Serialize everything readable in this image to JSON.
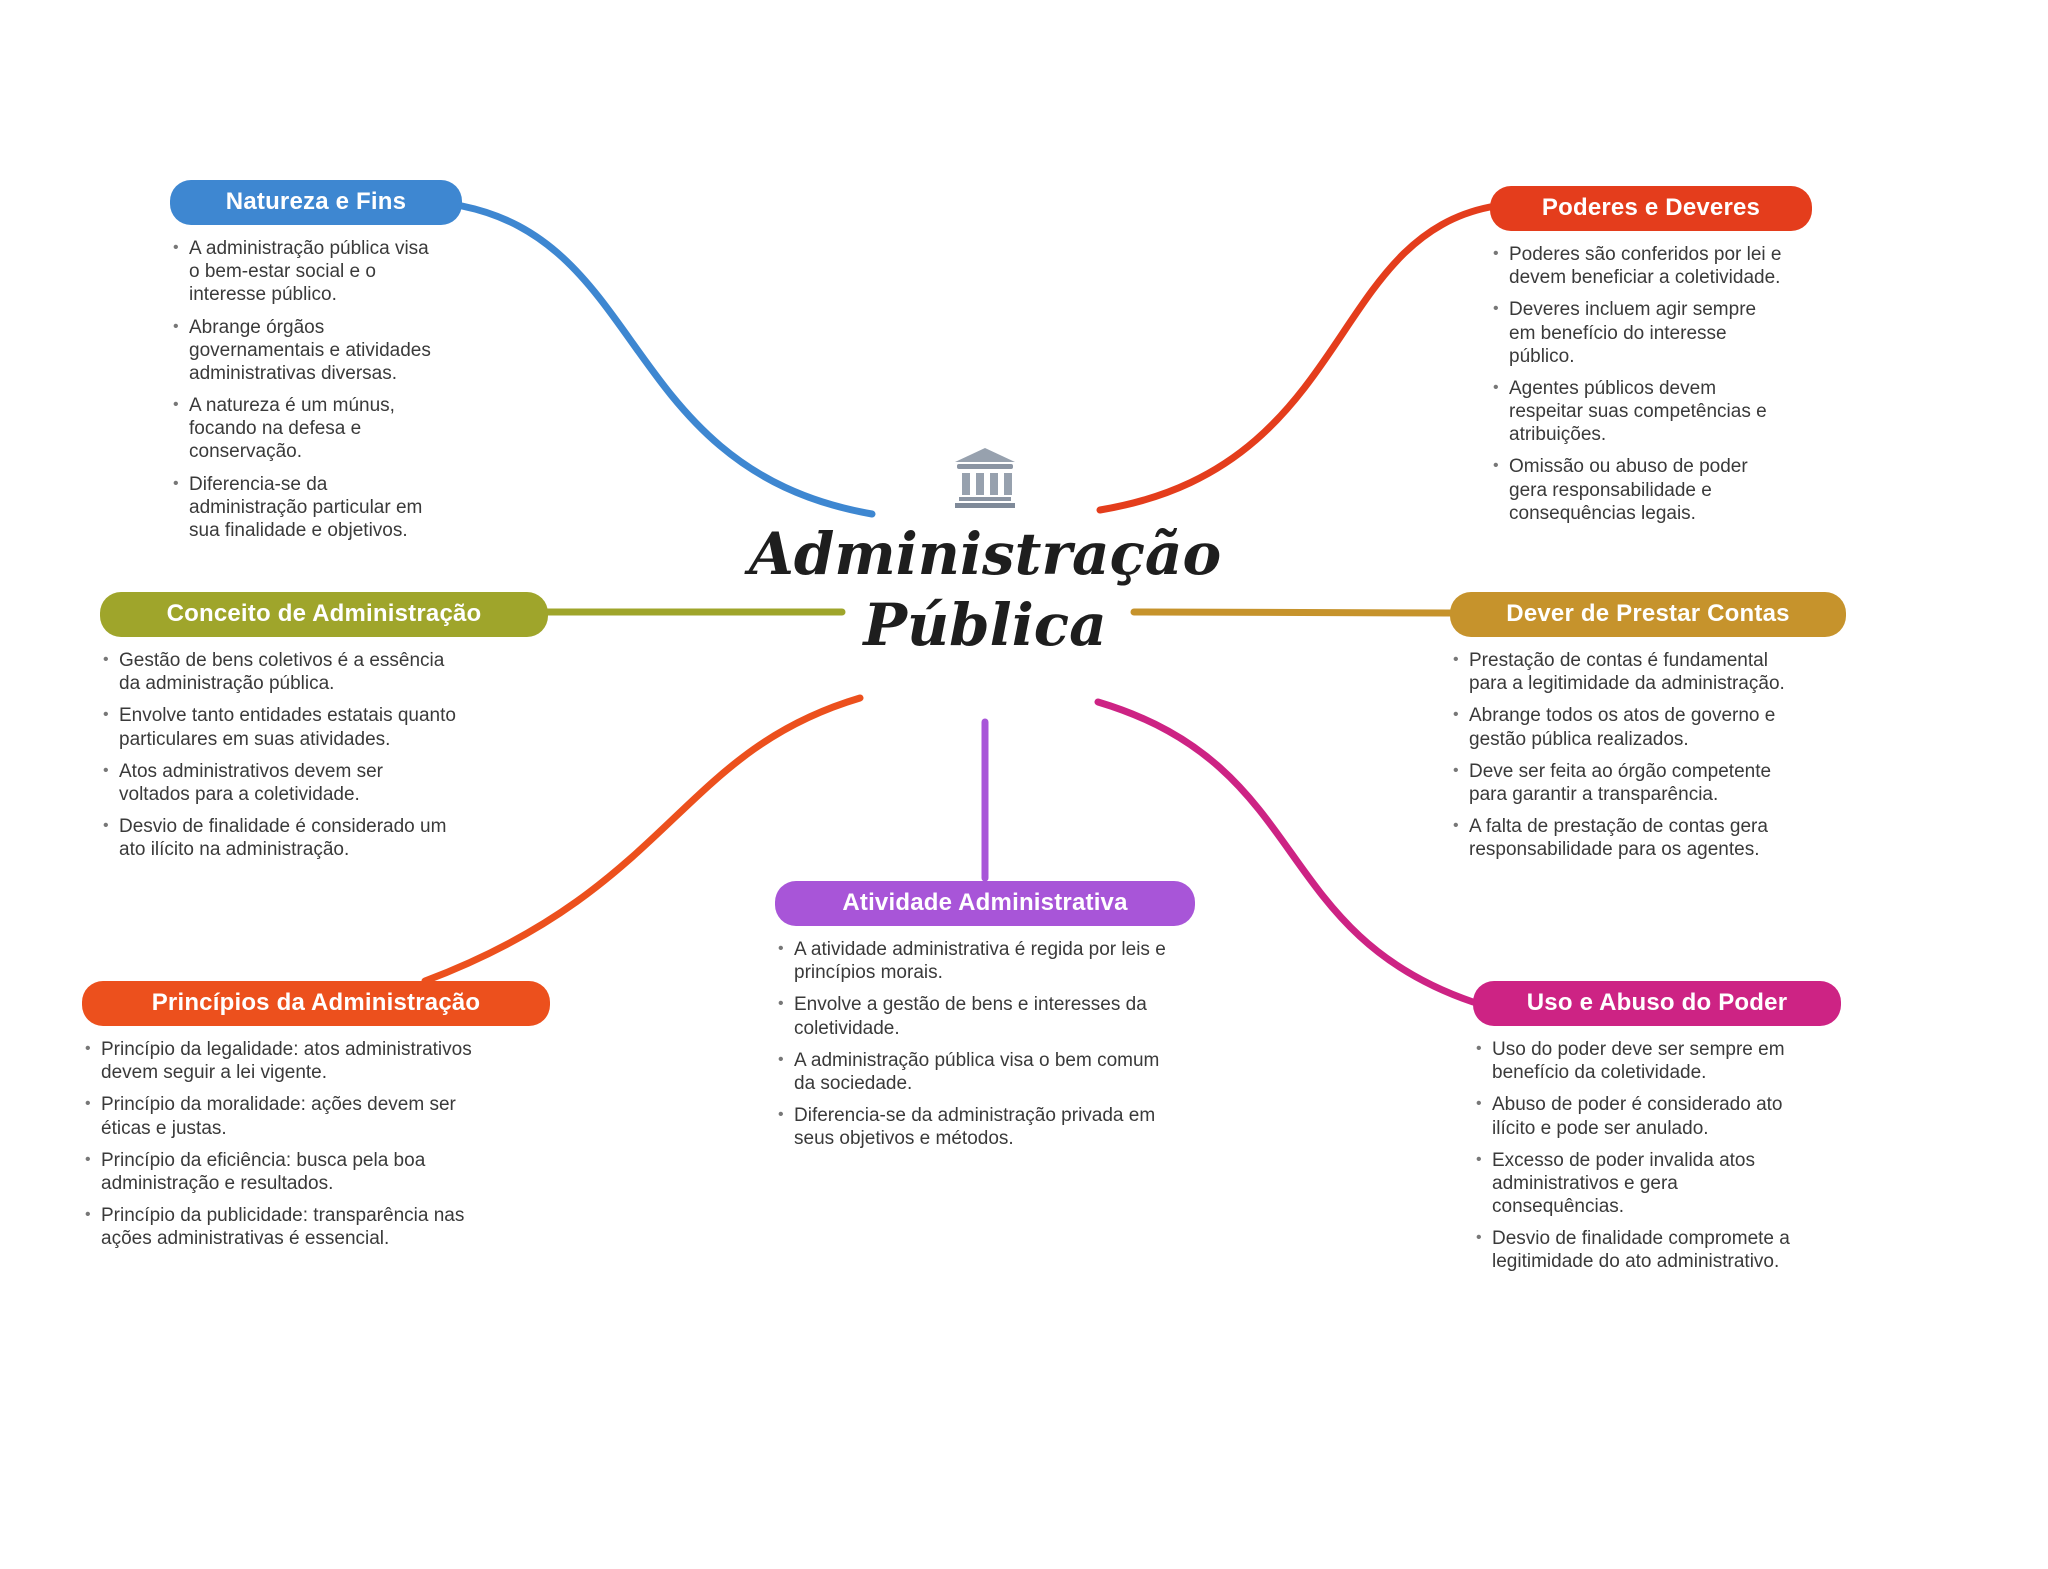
{
  "center": {
    "icon": "classical-building-icon",
    "title_line1": "Administração",
    "title_line2": "Pública"
  },
  "branches": [
    {
      "label": "Natureza e Fins",
      "color": "#3e87d1",
      "bullets": [
        "A administração pública visa o bem-estar social e o interesse público.",
        "Abrange órgãos governamentais e atividades administrativas diversas.",
        "A natureza é um múnus, focando na defesa e conservação.",
        "Diferencia-se da administração particular em sua finalidade e objetivos."
      ]
    },
    {
      "label": "Poderes e Deveres",
      "color": "#e43d1c",
      "bullets": [
        "Poderes são conferidos por lei e devem beneficiar a coletividade.",
        "Deveres incluem agir sempre em benefício do interesse público.",
        "Agentes públicos devem respeitar suas competências e atribuições.",
        "Omissão ou abuso de poder gera responsabilidade e consequências legais."
      ]
    },
    {
      "label": "Conceito de Administração",
      "color": "#9fa52b",
      "bullets": [
        "Gestão de bens coletivos é a essência da administração pública.",
        "Envolve tanto entidades estatais quanto particulares em suas atividades.",
        "Atos administrativos devem ser voltados para a coletividade.",
        "Desvio de finalidade é considerado um ato ilícito na administração."
      ]
    },
    {
      "label": "Dever de Prestar Contas",
      "color": "#c6932c",
      "bullets": [
        "Prestação de contas é fundamental para a legitimidade da administração.",
        "Abrange todos os atos de governo e gestão pública realizados.",
        "Deve ser feita ao órgão competente para garantir a transparência.",
        "A falta de prestação de contas gera responsabilidade para os agentes."
      ]
    },
    {
      "label": "Princípios da Administração",
      "color": "#ec501d",
      "bullets": [
        "Princípio da legalidade: atos administrativos devem seguir a lei vigente.",
        "Princípio da moralidade: ações devem ser éticas e justas.",
        "Princípio da eficiência: busca pela boa administração e resultados.",
        "Princípio da publicidade: transparência nas ações administrativas é essencial."
      ]
    },
    {
      "label": "Atividade Administrativa",
      "color": "#a855d8",
      "bullets": [
        "A atividade administrativa é regida por leis e princípios morais.",
        "Envolve a gestão de bens e interesses da coletividade.",
        "A administração pública visa o bem comum da sociedade.",
        "Diferencia-se da administração privada em seus objetivos e métodos."
      ]
    },
    {
      "label": "Uso e Abuso do Poder",
      "color": "#cd2384",
      "bullets": [
        "Uso do poder deve ser sempre em benefício da coletividade.",
        "Abuso de poder é considerado ato ilícito e pode ser anulado.",
        "Excesso de poder invalida atos administrativos e gera consequências.",
        "Desvio de finalidade compromete a legitimidade do ato administrativo."
      ]
    }
  ]
}
